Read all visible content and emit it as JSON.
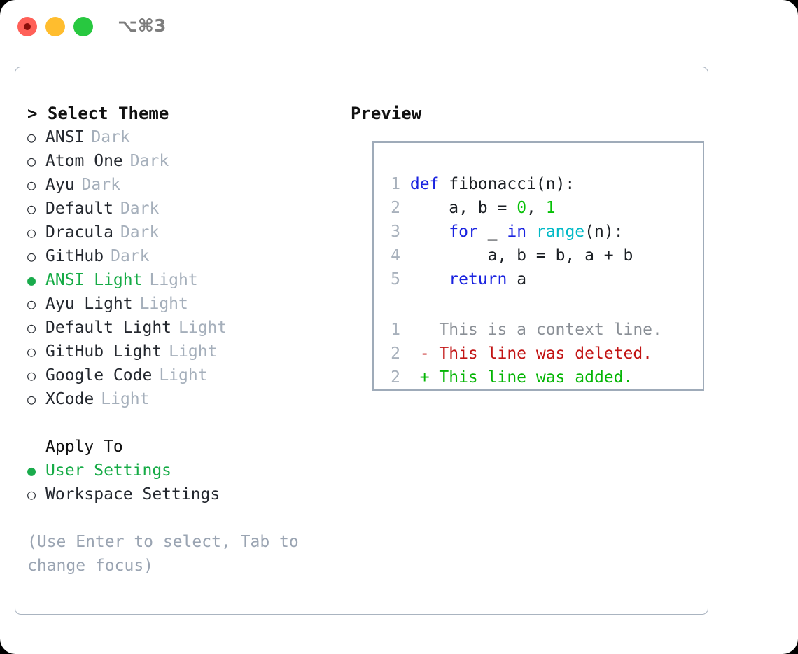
{
  "window": {
    "shortcut_label": "⌥⌘3",
    "traffic_lights": [
      "close",
      "minimize",
      "maximize"
    ]
  },
  "theme_panel": {
    "title": "> Select Theme",
    "title_prompt": ">",
    "options": [
      {
        "marker": "○",
        "label": "ANSI",
        "variant": "Dark",
        "selected": false
      },
      {
        "marker": "○",
        "label": "Atom One",
        "variant": "Dark",
        "selected": false
      },
      {
        "marker": "○",
        "label": "Ayu",
        "variant": "Dark",
        "selected": false
      },
      {
        "marker": "○",
        "label": "Default",
        "variant": "Dark",
        "selected": false
      },
      {
        "marker": "○",
        "label": "Dracula",
        "variant": "Dark",
        "selected": false
      },
      {
        "marker": "○",
        "label": "GitHub",
        "variant": "Dark",
        "selected": false
      },
      {
        "marker": "●",
        "label": "ANSI Light",
        "variant": "Light",
        "selected": true
      },
      {
        "marker": "○",
        "label": "Ayu Light",
        "variant": "Light",
        "selected": false
      },
      {
        "marker": "○",
        "label": "Default Light",
        "variant": "Light",
        "selected": false
      },
      {
        "marker": "○",
        "label": "GitHub Light",
        "variant": "Light",
        "selected": false
      },
      {
        "marker": "○",
        "label": "Google Code",
        "variant": "Light",
        "selected": false
      },
      {
        "marker": "○",
        "label": "XCode",
        "variant": "Light",
        "selected": false
      }
    ],
    "apply_to": {
      "header": "Apply To",
      "options": [
        {
          "marker": "●",
          "label": "User Settings",
          "selected": true
        },
        {
          "marker": "○",
          "label": "Workspace Settings",
          "selected": false
        }
      ]
    },
    "hint": "(Use Enter to select, Tab to change focus)"
  },
  "preview": {
    "title": "Preview",
    "code_lines": [
      {
        "n": "1",
        "tokens": [
          {
            "t": "def",
            "c": "kw"
          },
          {
            "t": " fibonacci(n):",
            "c": "plain"
          }
        ]
      },
      {
        "n": "2",
        "tokens": [
          {
            "t": "    a, b = ",
            "c": "plain"
          },
          {
            "t": "0",
            "c": "num"
          },
          {
            "t": ", ",
            "c": "plain"
          },
          {
            "t": "1",
            "c": "num"
          }
        ]
      },
      {
        "n": "3",
        "tokens": [
          {
            "t": "    ",
            "c": "plain"
          },
          {
            "t": "for",
            "c": "kw"
          },
          {
            "t": " _ ",
            "c": "plain"
          },
          {
            "t": "in",
            "c": "kw"
          },
          {
            "t": " ",
            "c": "plain"
          },
          {
            "t": "range",
            "c": "fn"
          },
          {
            "t": "(n):",
            "c": "plain"
          }
        ]
      },
      {
        "n": "4",
        "tokens": [
          {
            "t": "        a, b = b, a + b",
            "c": "plain"
          }
        ]
      },
      {
        "n": "5",
        "tokens": [
          {
            "t": "    ",
            "c": "plain"
          },
          {
            "t": "return",
            "c": "kw"
          },
          {
            "t": " a",
            "c": "plain"
          }
        ]
      }
    ],
    "diff_lines": [
      {
        "n": "1",
        "sign": " ",
        "text": "This is a context line.",
        "kind": "diff-ctx"
      },
      {
        "n": "2",
        "sign": "-",
        "text": "This line was deleted.",
        "kind": "diff-del"
      },
      {
        "n": "2",
        "sign": "+",
        "text": "This line was added.",
        "kind": "diff-add"
      }
    ]
  },
  "colors": {
    "accent_green": "#16ab46",
    "muted": "#a5afbb",
    "border": "#aab4c0",
    "keyword": "#1a23e0",
    "number": "#05c005",
    "builtin": "#00b9c6",
    "diff_delete": "#c21414",
    "diff_add": "#05b505"
  }
}
